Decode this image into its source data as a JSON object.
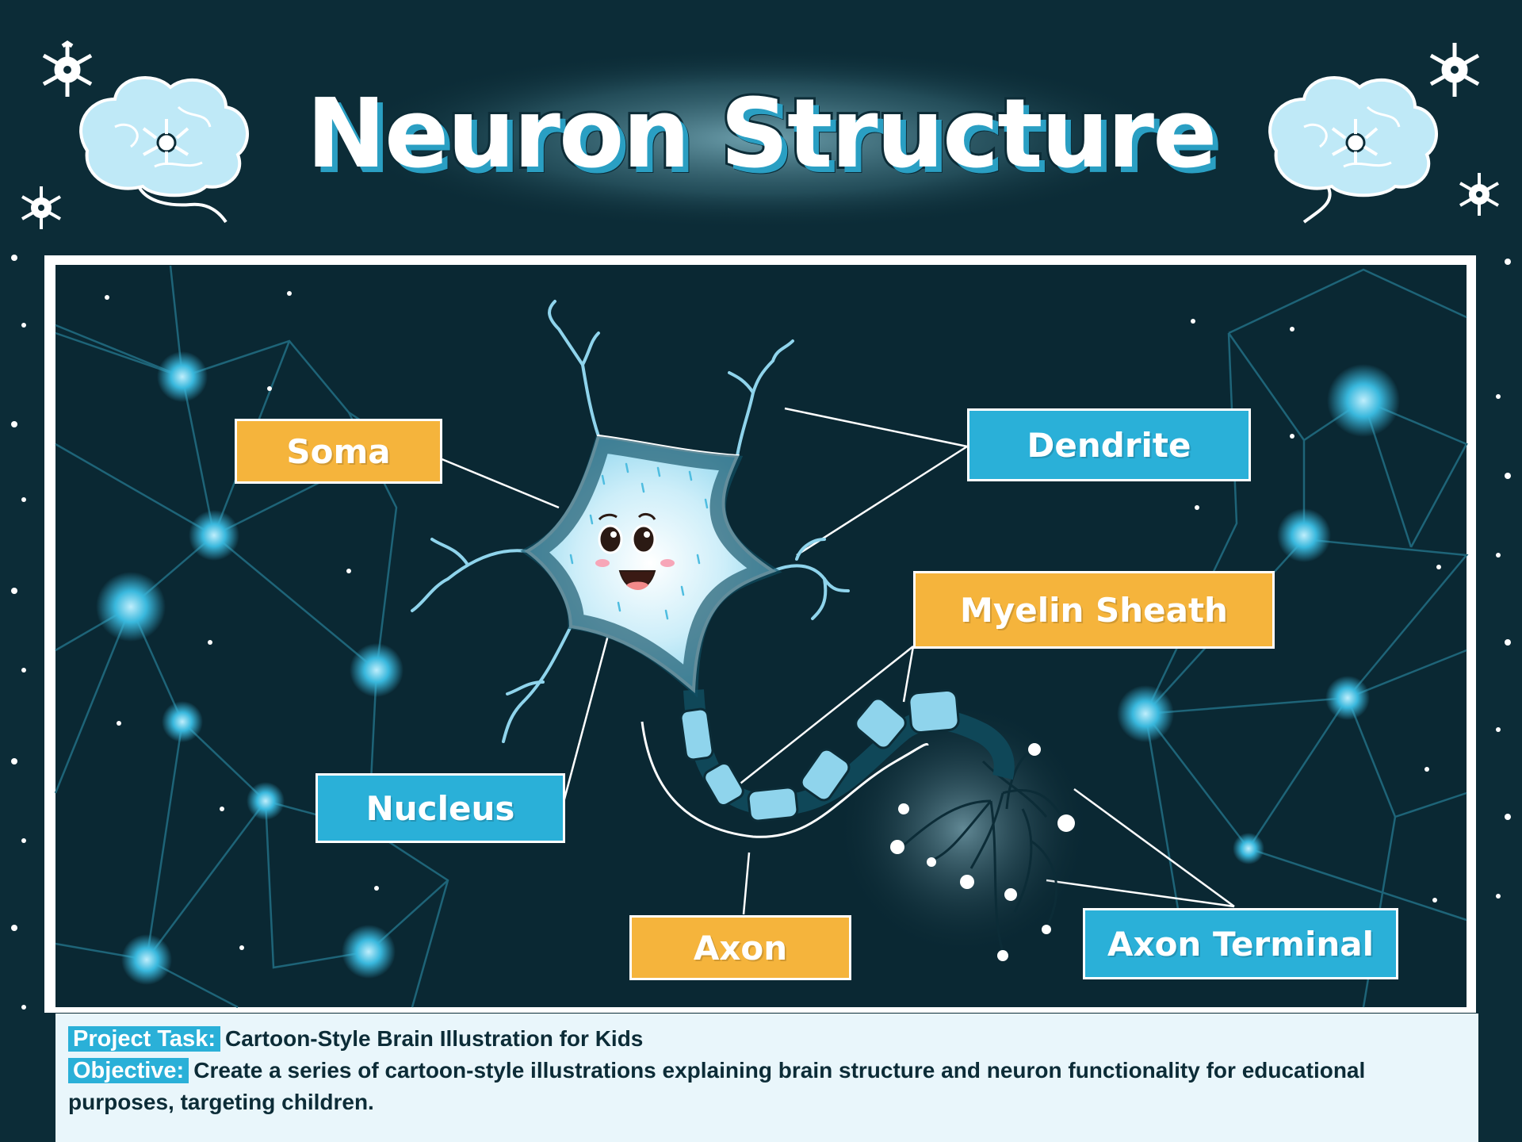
{
  "title": "Neuron Structure",
  "labels": {
    "soma": "Soma",
    "dendrite": "Dendrite",
    "myelin_sheath": "Myelin Sheath",
    "nucleus": "Nucleus",
    "axon": "Axon",
    "axon_terminal": "Axon Terminal"
  },
  "footer": {
    "task_label": "Project Task:",
    "task_text": "Cartoon-Style Brain Illustration for Kids",
    "objective_label": "Objective:",
    "objective_text": "Create a series of cartoon-style illustrations explaining brain structure and neuron functionality for educational purposes, targeting children."
  },
  "colors": {
    "background": "#0c2c37",
    "panel": "#0a2833",
    "accent_blue": "#2ab0d8",
    "accent_orange": "#f5b43c",
    "neuron_light": "#bfe9f7",
    "footer_bg": "#e9f6fb"
  }
}
